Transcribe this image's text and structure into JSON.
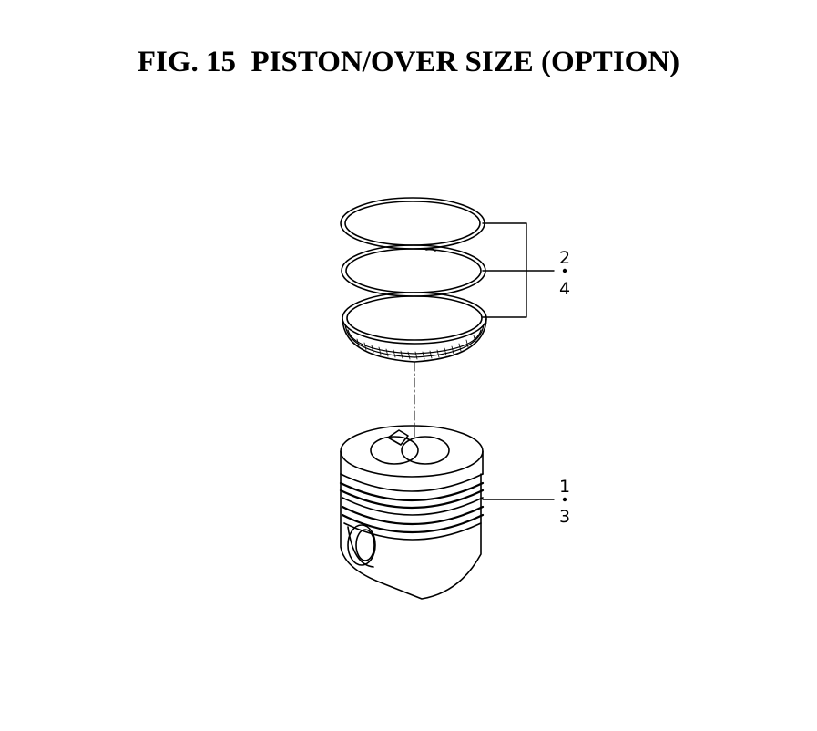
{
  "figure": {
    "title": "FIG. 15  PISTON/OVER SIZE (OPTION)"
  },
  "callouts": {
    "rings": {
      "top": "2",
      "bottom": "4"
    },
    "piston": {
      "top": "1",
      "bottom": "3"
    }
  },
  "colors": {
    "line": "#000000",
    "background": "#ffffff"
  }
}
